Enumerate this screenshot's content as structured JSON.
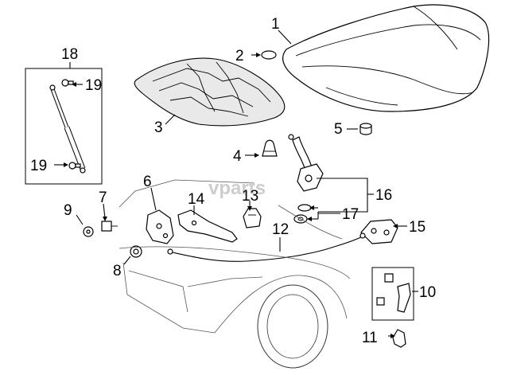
{
  "watermark": "vparts",
  "callouts": {
    "c1": "1",
    "c2": "2",
    "c3": "3",
    "c4": "4",
    "c5": "5",
    "c6": "6",
    "c7": "7",
    "c8": "8",
    "c9": "9",
    "c10": "10",
    "c11": "11",
    "c12": "12",
    "c13": "13",
    "c14": "14",
    "c15": "15",
    "c16": "16",
    "c17": "17",
    "c18": "18",
    "c19a": "19",
    "c19b": "19"
  }
}
